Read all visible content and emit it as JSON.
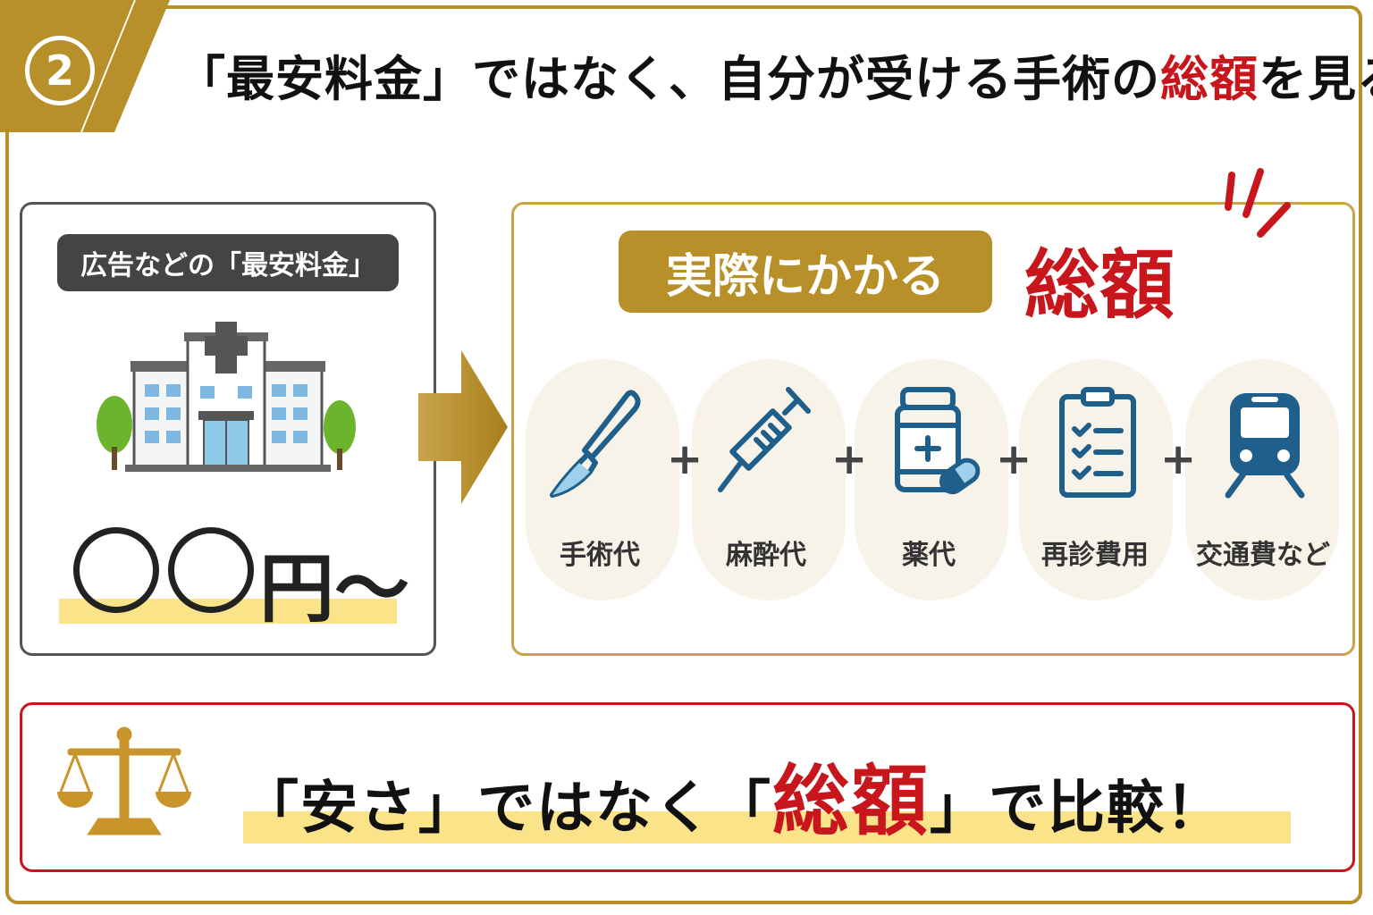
{
  "header": {
    "step_number": "2",
    "title_pre": "「最安料金」ではなく、自分が受ける手術の",
    "title_highlight": "総額",
    "title_post": "を見る"
  },
  "left_panel": {
    "tag_label": "広告などの「最安料金」",
    "price_suffix": "円～"
  },
  "right_panel": {
    "tag_label": "実際にかかる",
    "total_label": "総額",
    "items": [
      {
        "label": "手術代",
        "icon": "scalpel-icon"
      },
      {
        "label": "麻酔代",
        "icon": "syringe-icon"
      },
      {
        "label": "薬代",
        "icon": "medicine-bottle-icon"
      },
      {
        "label": "再診費用",
        "icon": "clipboard-checklist-icon"
      },
      {
        "label": "交通費など",
        "icon": "train-icon"
      }
    ],
    "plus_sign": "+"
  },
  "footer": {
    "text_pre": "「安さ」ではなく「",
    "text_highlight": "総額",
    "text_post": "」で比較！"
  },
  "colors": {
    "gold": "#b8902a",
    "red": "#c8161d",
    "dark": "#444444",
    "highlight_yellow": "#fbe38a",
    "icon_blue": "#1f5f8b"
  }
}
